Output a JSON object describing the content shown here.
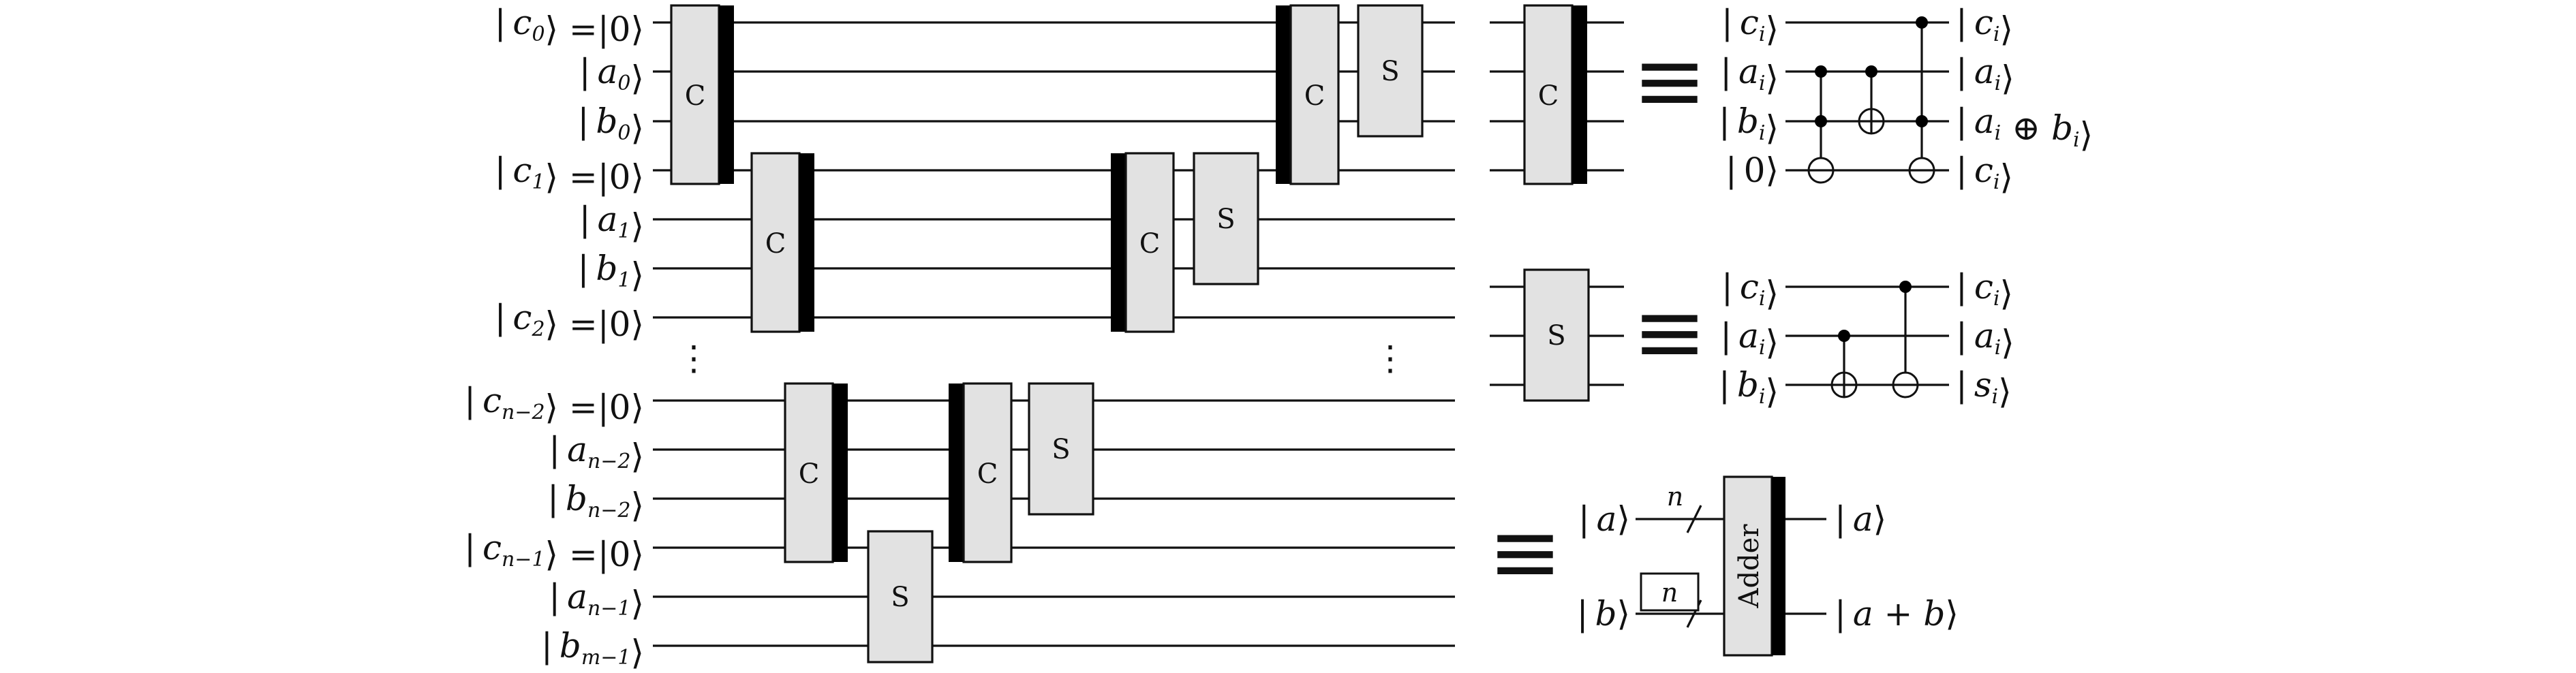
{
  "main_circuit": {
    "gate_c": "C",
    "gate_s": "S",
    "wires": [
      {
        "k": "c",
        "s": "0",
        "v": "0"
      },
      {
        "k": "a",
        "s": "0"
      },
      {
        "k": "b",
        "s": "0"
      },
      {
        "k": "c",
        "s": "1",
        "v": "0"
      },
      {
        "k": "a",
        "s": "1"
      },
      {
        "k": "b",
        "s": "1"
      },
      {
        "k": "c",
        "s": "2",
        "v": "0"
      },
      {
        "k": "c",
        "s": "n−2",
        "v": "0"
      },
      {
        "k": "a",
        "s": "n−2"
      },
      {
        "k": "b",
        "s": "n−2"
      },
      {
        "k": "c",
        "s": "n−1",
        "v": "0"
      },
      {
        "k": "a",
        "s": "n−1"
      },
      {
        "k": "b",
        "s": "m−1"
      }
    ],
    "ellipsis": "⋮"
  },
  "carry_gate": {
    "label": "C",
    "inputs": [
      {
        "k": "c",
        "s": "i"
      },
      {
        "k": "a",
        "s": "i"
      },
      {
        "k": "b",
        "s": "i"
      },
      {
        "k": "",
        "s": "",
        "v": "0"
      }
    ],
    "outputs": [
      {
        "k": "c",
        "s": "i"
      },
      {
        "k": "a",
        "s": "i"
      },
      {
        "k": "a",
        "s": "i",
        "xor": "b",
        "xs": "i"
      },
      {
        "k": "c",
        "s": "i"
      }
    ]
  },
  "sum_gate": {
    "label": "S",
    "inputs": [
      {
        "k": "c",
        "s": "i"
      },
      {
        "k": "a",
        "s": "i"
      },
      {
        "k": "b",
        "s": "i"
      }
    ],
    "outputs": [
      {
        "k": "c",
        "s": "i"
      },
      {
        "k": "a",
        "s": "i"
      },
      {
        "k": "s",
        "s": "i"
      }
    ]
  },
  "adder_block": {
    "label": "Adder",
    "bus_width": "n",
    "in_a": "a",
    "in_b": "b",
    "out_a": "a",
    "out_sum": "a + b"
  },
  "equiv_symbol": "≡"
}
